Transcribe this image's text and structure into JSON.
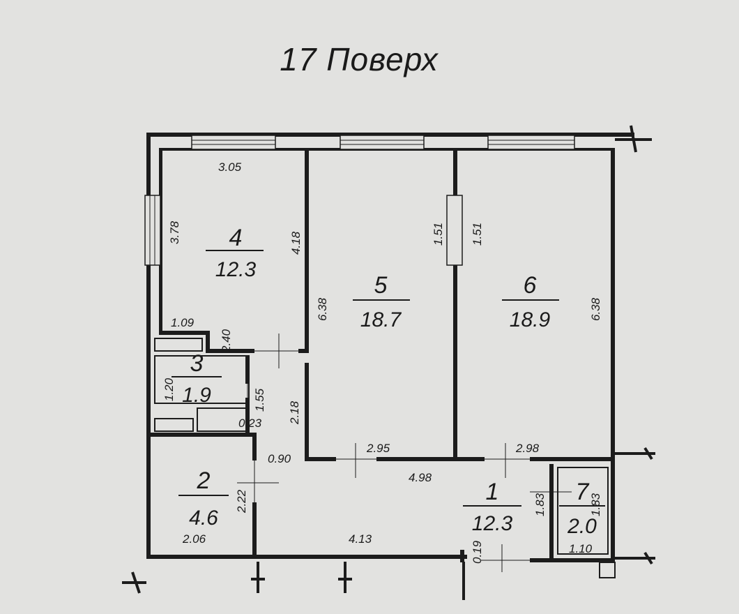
{
  "title": "17  Поверх",
  "rooms": [
    {
      "id": "1",
      "number": "1",
      "area": "12.3"
    },
    {
      "id": "2",
      "number": "2",
      "area": "4.6"
    },
    {
      "id": "3",
      "number": "3",
      "area": "1.9"
    },
    {
      "id": "4",
      "number": "4",
      "area": "12.3"
    },
    {
      "id": "5",
      "number": "5",
      "area": "18.7"
    },
    {
      "id": "6",
      "number": "6",
      "area": "18.9"
    },
    {
      "id": "7",
      "number": "7",
      "area": "2.0"
    }
  ],
  "dimensions": [
    "3.05",
    "3.78",
    "4.18",
    "1.09",
    "2.40",
    "1.20",
    "1.55",
    "0.23",
    "2.18",
    "6.38",
    "1.51",
    "1.51",
    "6.38",
    "2.95",
    "2.98",
    "0.90",
    "4.98",
    "2.22",
    "2.06",
    "4.13",
    "1.83",
    "1.83",
    "1.10",
    "0.19"
  ]
}
